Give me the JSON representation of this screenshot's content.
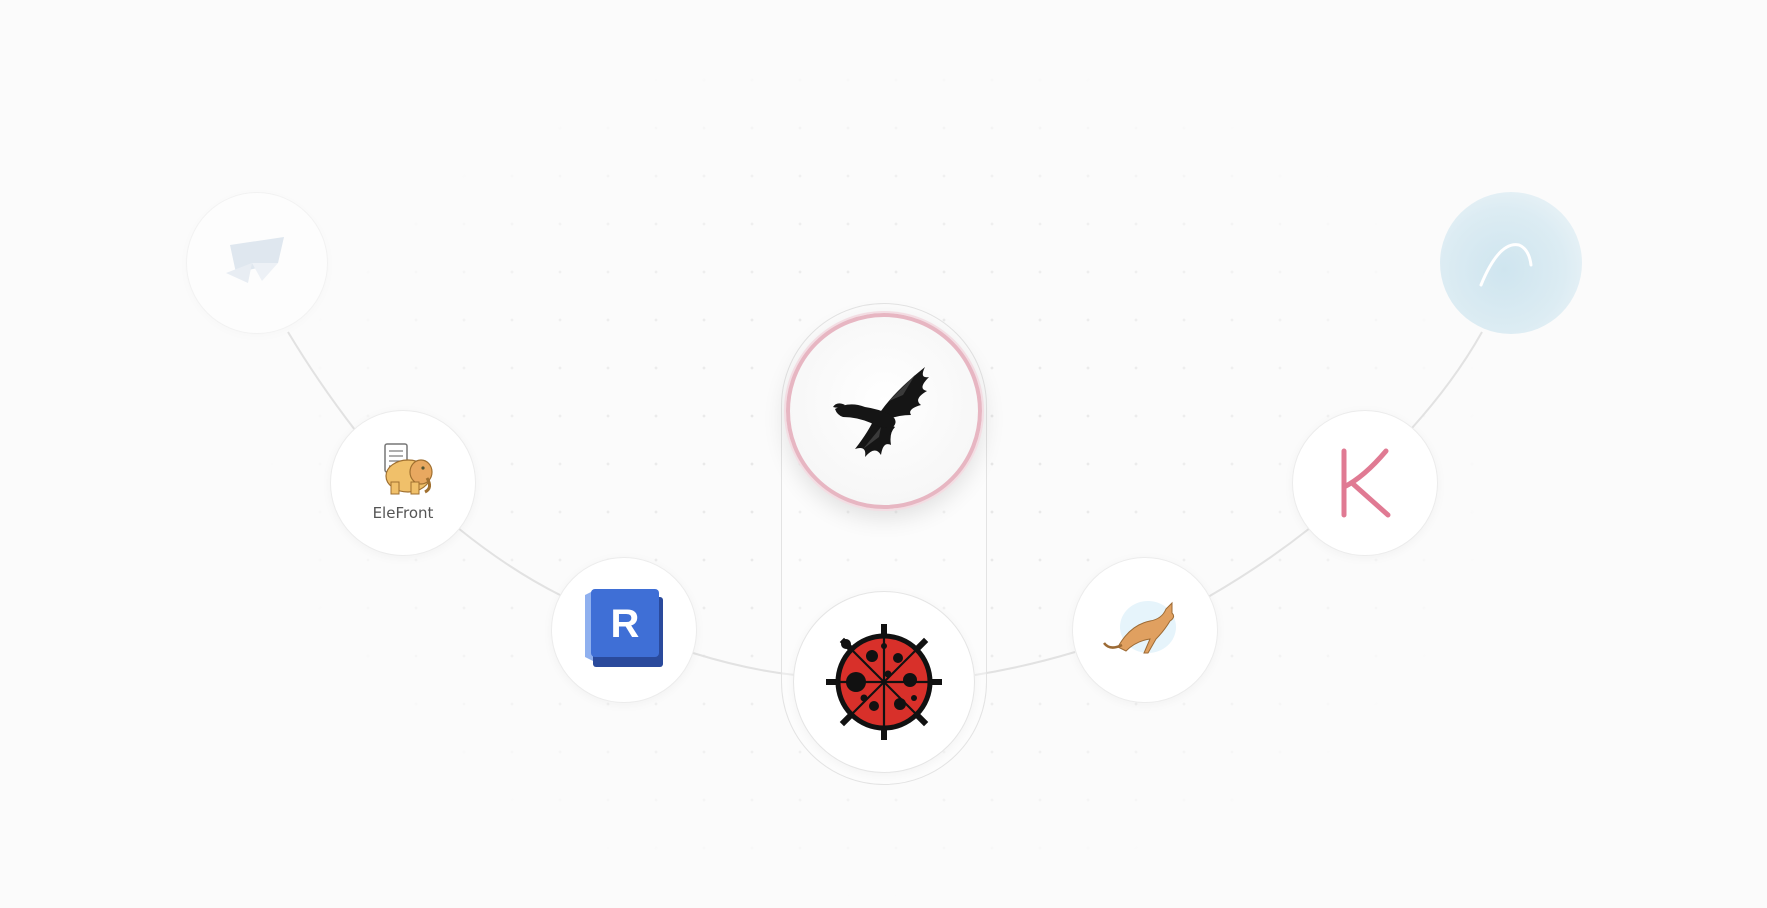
{
  "canvas": {
    "background": "#fbfbfb",
    "dot_color": "#e4e4e4",
    "wire_color": "#e2e2e2"
  },
  "nodes": {
    "featured": {
      "icon": "eagle-icon",
      "ring_color": "#e7b6c2"
    },
    "bug": {
      "icon": "ladybug-icon",
      "colors": [
        "#d8302a",
        "#111111"
      ]
    },
    "elefront": {
      "icon": "elefront-elephant-icon",
      "label": "EleFront"
    },
    "revit": {
      "icon": "revit-icon",
      "letter": "R",
      "colors": [
        "#3f6fd6",
        "#2a4a9c",
        "#8fb0ef"
      ]
    },
    "kangaroo": {
      "icon": "kangaroo-icon",
      "color": "#e0a060"
    },
    "k_plugin": {
      "icon": "k-letter-icon",
      "letter": "K",
      "color": "#e07a93"
    },
    "top_left": {
      "icon": "folded-plane-icon",
      "faded": true
    },
    "top_right": {
      "icon": "arc-line-icon",
      "faded": true
    }
  }
}
